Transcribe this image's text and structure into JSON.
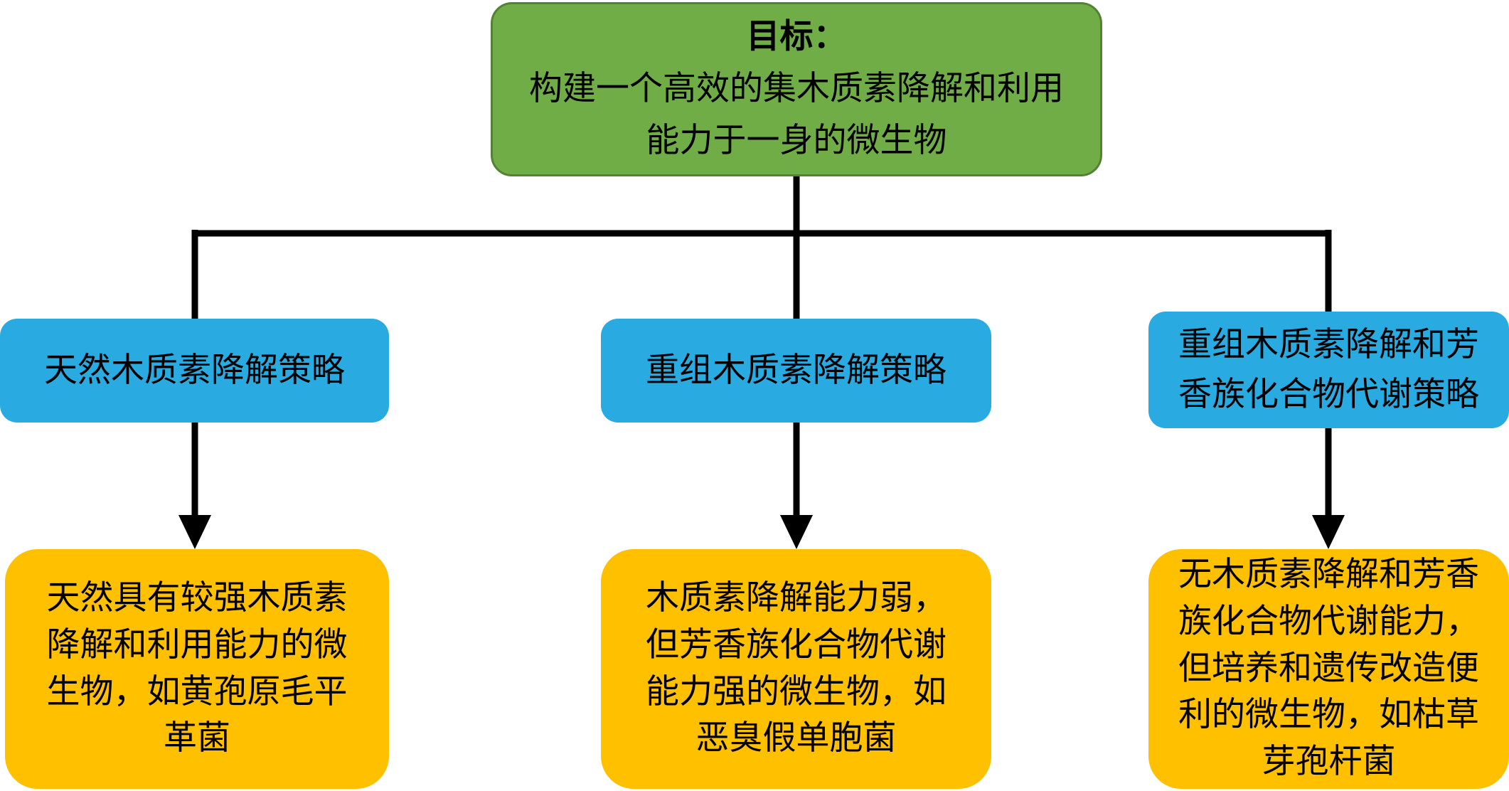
{
  "diagram": {
    "goal": {
      "title": "目标：",
      "body": "构建一个高效的集木质素降解和利用能力于一身的微生物"
    },
    "strategies": [
      {
        "label": "天然木质素降解策略"
      },
      {
        "label": "重组木质素降解策略"
      },
      {
        "label": "重组木质素降解和芳香族化合物代谢策略"
      }
    ],
    "outcomes": [
      {
        "text": "天然具有较强木质素降解和利用能力的微生物，如黄孢原毛平革菌"
      },
      {
        "text": "木质素降解能力弱，但芳香族化合物代谢能力强的微生物，如恶臭假单胞菌"
      },
      {
        "text": "无木质素降解和芳香族化合物代谢能力，但培养和遗传改造便利的微生物，如枯草芽孢杆菌"
      }
    ],
    "colors": {
      "goal_bg": "#70AD47",
      "strategy_bg": "#29ABE1",
      "outcome_bg": "#FFC000",
      "connector": "#000000",
      "text": "#000000"
    }
  }
}
